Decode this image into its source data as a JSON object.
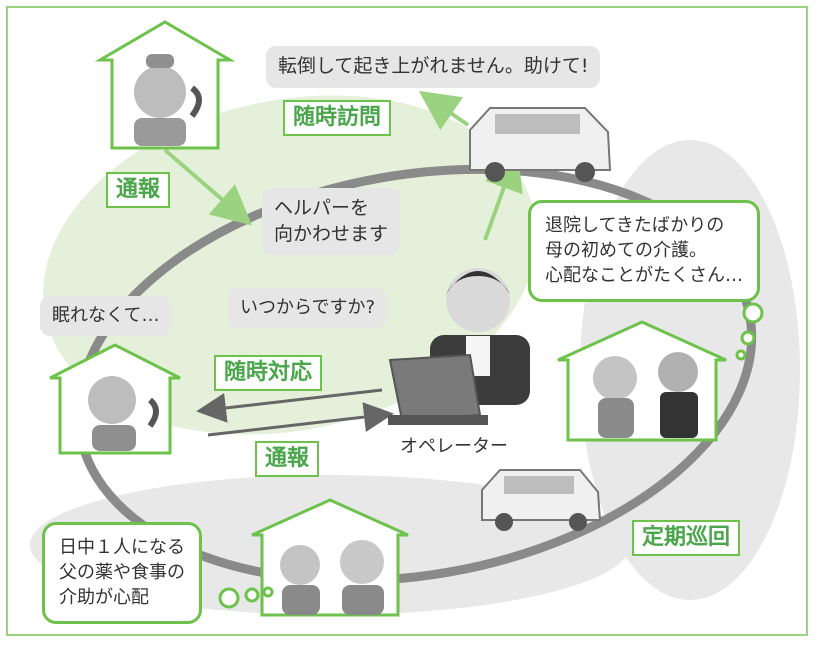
{
  "labels": {
    "visit": "随時訪問",
    "report_top": "通報",
    "respond": "随時対応",
    "report_bottom": "通報",
    "patrol": "定期巡回"
  },
  "bubbles": {
    "fall": "転倒して起き上がれません。助けて!",
    "helper": [
      "ヘルパーを",
      "向かわせます"
    ],
    "when": "いつからですか?",
    "sleep": "眠れなくて…",
    "discharged": [
      "退院してきたばかりの",
      "母の初めての介護。",
      "心配なことがたくさん…"
    ],
    "alone": [
      "日中１人になる",
      "父の薬や食事の",
      "介助が心配"
    ]
  },
  "operator_label": "オペレーター",
  "colors": {
    "accent_green": "#6cc24a",
    "frame_green": "#9bd27f",
    "region_green": "#e4f0da",
    "region_gray": "#e8e8e8",
    "ring_gray": "#8a8a8a"
  }
}
